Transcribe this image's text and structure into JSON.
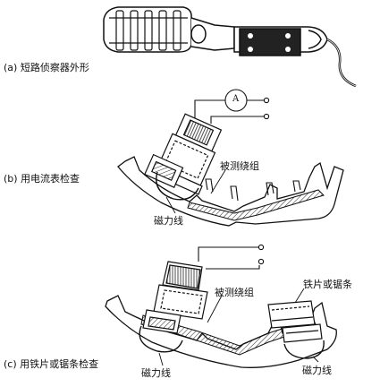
{
  "captions": {
    "a": "(a) 短路侦察器外形",
    "b": "(b) 用电流表检查",
    "c": "(c) 用铁片或锯条检查"
  },
  "labels": {
    "ammeter": "A",
    "winding_b": "被测绕组",
    "flux_b": "磁力线",
    "winding_c": "被测绕组",
    "strip_c": "铁片或锯条",
    "flux_c_left": "磁力线",
    "flux_c_right": "磁力线"
  }
}
